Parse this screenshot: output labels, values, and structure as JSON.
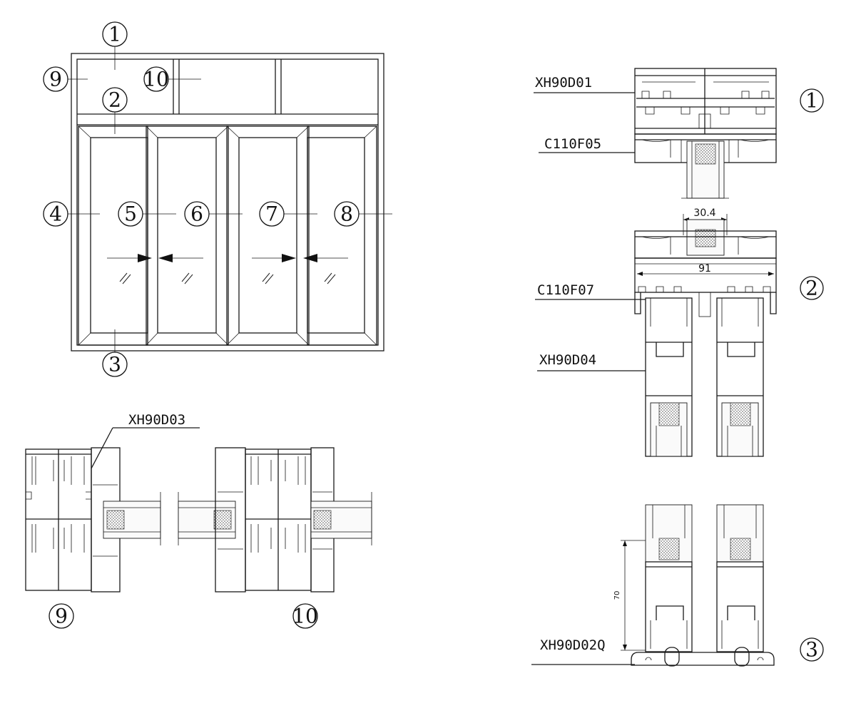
{
  "elevation_callouts": [
    "1",
    "2",
    "3",
    "4",
    "5",
    "6",
    "7",
    "8",
    "9",
    "10"
  ],
  "section_callouts": {
    "top": "1",
    "middle": "2",
    "bottom": "3",
    "left": "9",
    "right": "10"
  },
  "profiles": {
    "outer_frame": "XH90D01",
    "transom": "C110F05",
    "sash_top": "C110F07",
    "sash": "XH90D04",
    "interlock": "XH90D03",
    "bottom_rail": "XH90D02Q"
  },
  "dimensions": {
    "glass_width": "30.4",
    "sash_width": "91",
    "bottom_height": "70"
  }
}
